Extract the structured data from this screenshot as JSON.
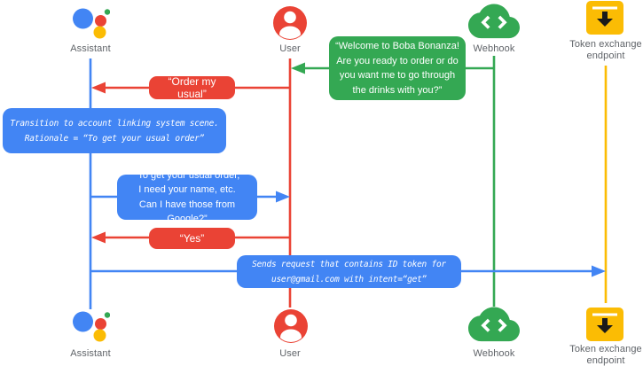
{
  "colors": {
    "blue": "#4285F4",
    "red": "#EA4335",
    "green": "#34A853",
    "yellow": "#FBBC04",
    "gray": "#5F6368",
    "white": "#FFFFFF",
    "ink": "#1A1A1A",
    "bg": "#FFFFFF"
  },
  "actors": {
    "assistant": {
      "label": "Assistant",
      "color": "#4285F4"
    },
    "user": {
      "label": "User",
      "color": "#EA4335"
    },
    "webhook": {
      "label": "Webhook",
      "color": "#34A853"
    },
    "token_endpoint": {
      "label": "Token exchange\nendpoint",
      "color": "#FBBC04"
    }
  },
  "messages": {
    "welcome": {
      "text": "“Welcome to Boba Bonanza!\nAre you ready to order or do\nyou want me to go through\nthe drinks with you?”",
      "from": "Webhook",
      "to": "User",
      "color": "#34A853"
    },
    "order_usual": {
      "text": "“Order my usual”",
      "from": "User",
      "to": "Assistant",
      "color": "#EA4335"
    },
    "transition_note": {
      "text": "Transition to account linking system scene.\nRationale = “To get your usual order”",
      "from": "Assistant",
      "to": "Assistant",
      "color": "#4285F4"
    },
    "ask_permission": {
      "text": "“To get your usual order,\nI need your name, etc.\nCan I have those from Google?”",
      "from": "Assistant",
      "to": "User",
      "color": "#4285F4"
    },
    "yes": {
      "text": "“Yes”",
      "from": "User",
      "to": "Assistant",
      "color": "#EA4335"
    },
    "send_request": {
      "text": "Sends request that contains ID token for\nuser@gmail.com with intent=“get”",
      "from": "Assistant",
      "to": "Token exchange endpoint",
      "color": "#4285F4"
    }
  }
}
